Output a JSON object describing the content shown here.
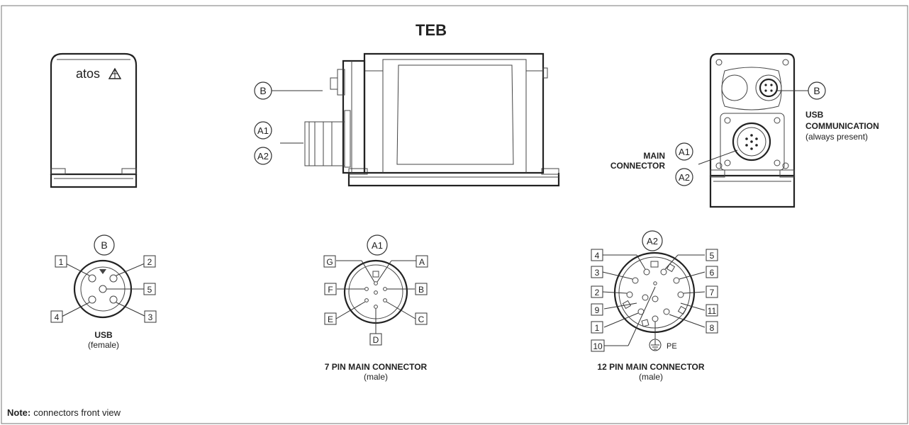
{
  "title": "TEB",
  "brand_logo_text": "atos",
  "labels": {
    "b": "B",
    "a1": "A1",
    "a2": "A2",
    "main_connector_line1": "MAIN",
    "main_connector_line2": "CONNECTOR",
    "usb_comm_line1": "USB",
    "usb_comm_line2": "COMMUNICATION",
    "usb_comm_line3": "(always present)"
  },
  "usb_connector": {
    "caption": "USB",
    "subcaption": "(female)",
    "pins": [
      "1",
      "2",
      "5",
      "4",
      "3"
    ]
  },
  "seven_pin": {
    "caption": "7 PIN MAIN CONNECTOR",
    "subcaption": "(male)",
    "pins": [
      "G",
      "A",
      "F",
      "B",
      "E",
      "C",
      "D"
    ]
  },
  "twelve_pin": {
    "caption": "12 PIN MAIN CONNECTOR",
    "subcaption": "(male)",
    "pins": [
      "4",
      "5",
      "3",
      "6",
      "2",
      "7",
      "9",
      "11",
      "1",
      "8",
      "10"
    ],
    "pe_label": "PE"
  },
  "note": {
    "label": "Note:",
    "text": "connectors front view"
  }
}
